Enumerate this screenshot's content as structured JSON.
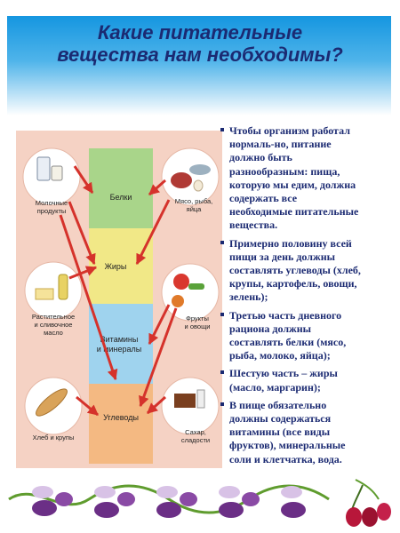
{
  "title": {
    "line1": "Какие питательные",
    "line2": "вещества нам необходимы?"
  },
  "infographic": {
    "band_belki": "Белки",
    "band_zhiry": "Жиры",
    "band_vitaminy_1": "Витамины",
    "band_vitaminy_2": "и минералы",
    "band_uglevody": "Углеводы",
    "label_dairy_1": "Молочные",
    "label_dairy_2": "продукты",
    "label_meat_1": "Мясо, рыба,",
    "label_meat_2": "яйца",
    "label_oil_1": "Растительное",
    "label_oil_2": "и сливочное",
    "label_oil_3": "масло",
    "label_fruit_1": "Фрукты",
    "label_fruit_2": "и овощи",
    "label_bread": "Хлеб и крупы",
    "label_sugar_1": "Сахар,",
    "label_sugar_2": "сладости",
    "colors": {
      "frame": "#f5d2c4",
      "green": "#a9d58a",
      "yellow": "#f1e887",
      "blue": "#9fd3ee",
      "orange": "#f4b982",
      "arrow": "#d5322b"
    }
  },
  "paragraphs": [
    [
      "Чтобы организм работал",
      "нормаль-но, питание",
      "должно быть",
      "разнообразным: пища,",
      "которую мы едим, должна",
      "содержать все",
      "необходимые питательные",
      "вещества."
    ],
    [
      "Примерно половину всей",
      "пищи за день должны",
      "составлять углеводы (хлеб,",
      "крупы, картофель, овощи,",
      "зелень);"
    ],
    [
      "Третью часть дневного",
      "рациона должны",
      "составлять белки (мясо,",
      "рыба, молоко, яйца);"
    ],
    [
      "Шестую часть – жиры",
      "(масло, маргарин);"
    ],
    [
      "В пище обязательно",
      "должны содержаться",
      "витамины (все виды",
      "фруктов), минеральные",
      "соли и клетчатка, вода."
    ]
  ],
  "footer": {
    "decoration": "plum-vine-border",
    "colors": {
      "plum": "#6b2f86",
      "leaf": "#5f9c2e",
      "cherry": "#b8173a"
    }
  }
}
